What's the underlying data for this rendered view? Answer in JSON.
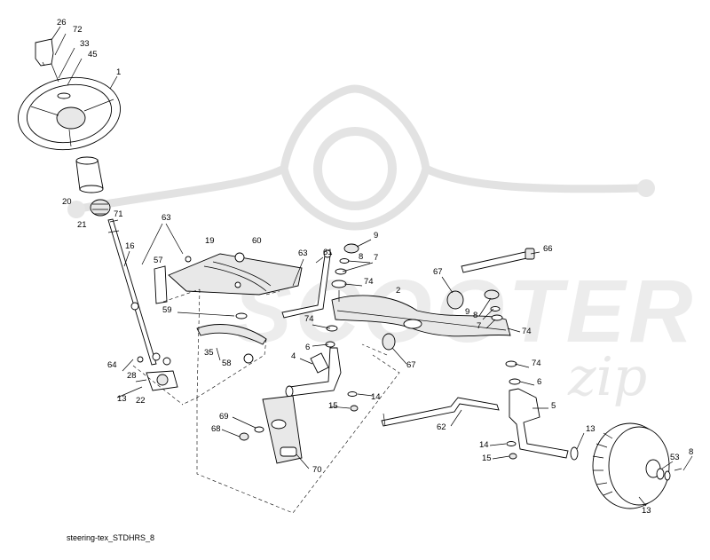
{
  "caption": "steering-tex_STDHRS_8",
  "watermark": {
    "text_main": "SCOOTER",
    "text_script": "zip",
    "color": "#e4e4e4"
  },
  "part_numbers": [
    "26",
    "72",
    "33",
    "45",
    "1",
    "20",
    "21",
    "71",
    "16",
    "63",
    "19",
    "60",
    "63",
    "61",
    "9",
    "8",
    "7",
    "74",
    "57",
    "59",
    "74",
    "35",
    "58",
    "6",
    "64",
    "28",
    "13",
    "22",
    "4",
    "14",
    "15",
    "69",
    "68",
    "70",
    "62",
    "2",
    "67",
    "66",
    "67",
    "9",
    "8",
    "7",
    "74",
    "74",
    "6",
    "5",
    "14",
    "15",
    "13",
    "53",
    "8",
    "13"
  ]
}
